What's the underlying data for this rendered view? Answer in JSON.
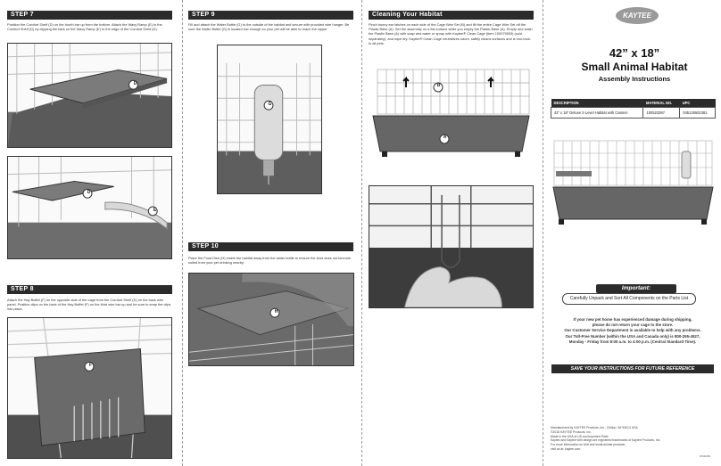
{
  "step7": {
    "heading": "STEP 7",
    "text": "Position the Comfort Shelf (D) on the fourth bar up from the bottom. Attach the Wavy Ramp (E) to the Comfort Shelf (D) by clipping the tabs on the Wavy Ramp (E) to the edge of the Comfort Shelf (D).",
    "photo1_label": "D",
    "photo2_label_d": "D",
    "photo2_label_e": "E"
  },
  "step8": {
    "heading": "STEP 8",
    "text": "Attach the Hay Buffet (F) on the opposite side of the cage from the Comfort Shelf (D) on the back wire panel. Position clips on the back of the Hay Buffet (F) on the third wire bar up and be sure to snap the clips into place.",
    "photo_label": "F"
  },
  "step9": {
    "heading": "STEP 9",
    "text": "Fill and attach the Water Bottle (G) to the outside of the habitat and secure with provided wire hanger. Be sure the Water Bottle (G) is located low enough so your pet will be able to reach the sipper.",
    "photo_label": "G"
  },
  "step10": {
    "heading": "STEP 10",
    "text": "Place the Food Dish (H) inside the habitat away from the water bottle to ensure the food does not become soiled from your pet drinking nearby.",
    "photo_label": "H"
  },
  "cleaning": {
    "heading": "Cleaning Your Habitat",
    "text": "Pinch bunny ear latches on each side of the Cage Wire Set (B) and lift the entire Cage Wire Set off the Plastic Base (A). Set the assembly on a flat surface while you empty the Plastic Base (A). Empty and wash the Plastic Base (A) with soap and water or spray with Kaytee® Clean Cage (Item 100079553) (sold separately), and wipe dry. Kaytee® Clean Cage neutralizes odors, safely cleans surfaces and is non-toxic to all pets.",
    "label_b": "B",
    "label_a": "A"
  },
  "cover": {
    "logo": "KAYTEE",
    "size": "42” x 18”",
    "product": "Small Animal Habitat",
    "subtitle": "Assembly Instructions",
    "table": {
      "headers": [
        "DESCRIPTION",
        "MATERIAL NO.",
        "UPC"
      ],
      "row": [
        "42” x 18” Deluxe 2-Level Habitat with Casters",
        "100523397",
        "045125502381"
      ]
    },
    "important_heading": "Important:",
    "important_text": "Carefully Unpack and Sort All Components on the Parts List",
    "warning_lines": [
      "If your new pet home has experienced damage during shipping,",
      "please do not return your cage to the store.",
      "Our Customer Service Department is available to help with any problems.",
      "Our Toll-Free Number (within the USA and Canada only) is 800-255-4527,",
      "Monday - Friday from 8:00 a.m. to 4:00 p.m. (Central Standard Time)."
    ],
    "save_text": "SAVE YOUR INSTRUCTIONS FOR FUTURE REFERENCE",
    "footer_lines": [
      "Manufactured by KAYTEE Products, Inc., Chilton, WI 53014 USA",
      "©2016 KAYTEE Products, Inc.",
      "Made in the USA of US and Imported Parts",
      "Kaytee and Kaytee with design are registered trademarks of Kaytee Products, Inc.",
      "For more information on bird and small animal products,",
      "visit us at: kaytee.com"
    ],
    "footer_code": "PF00450"
  }
}
